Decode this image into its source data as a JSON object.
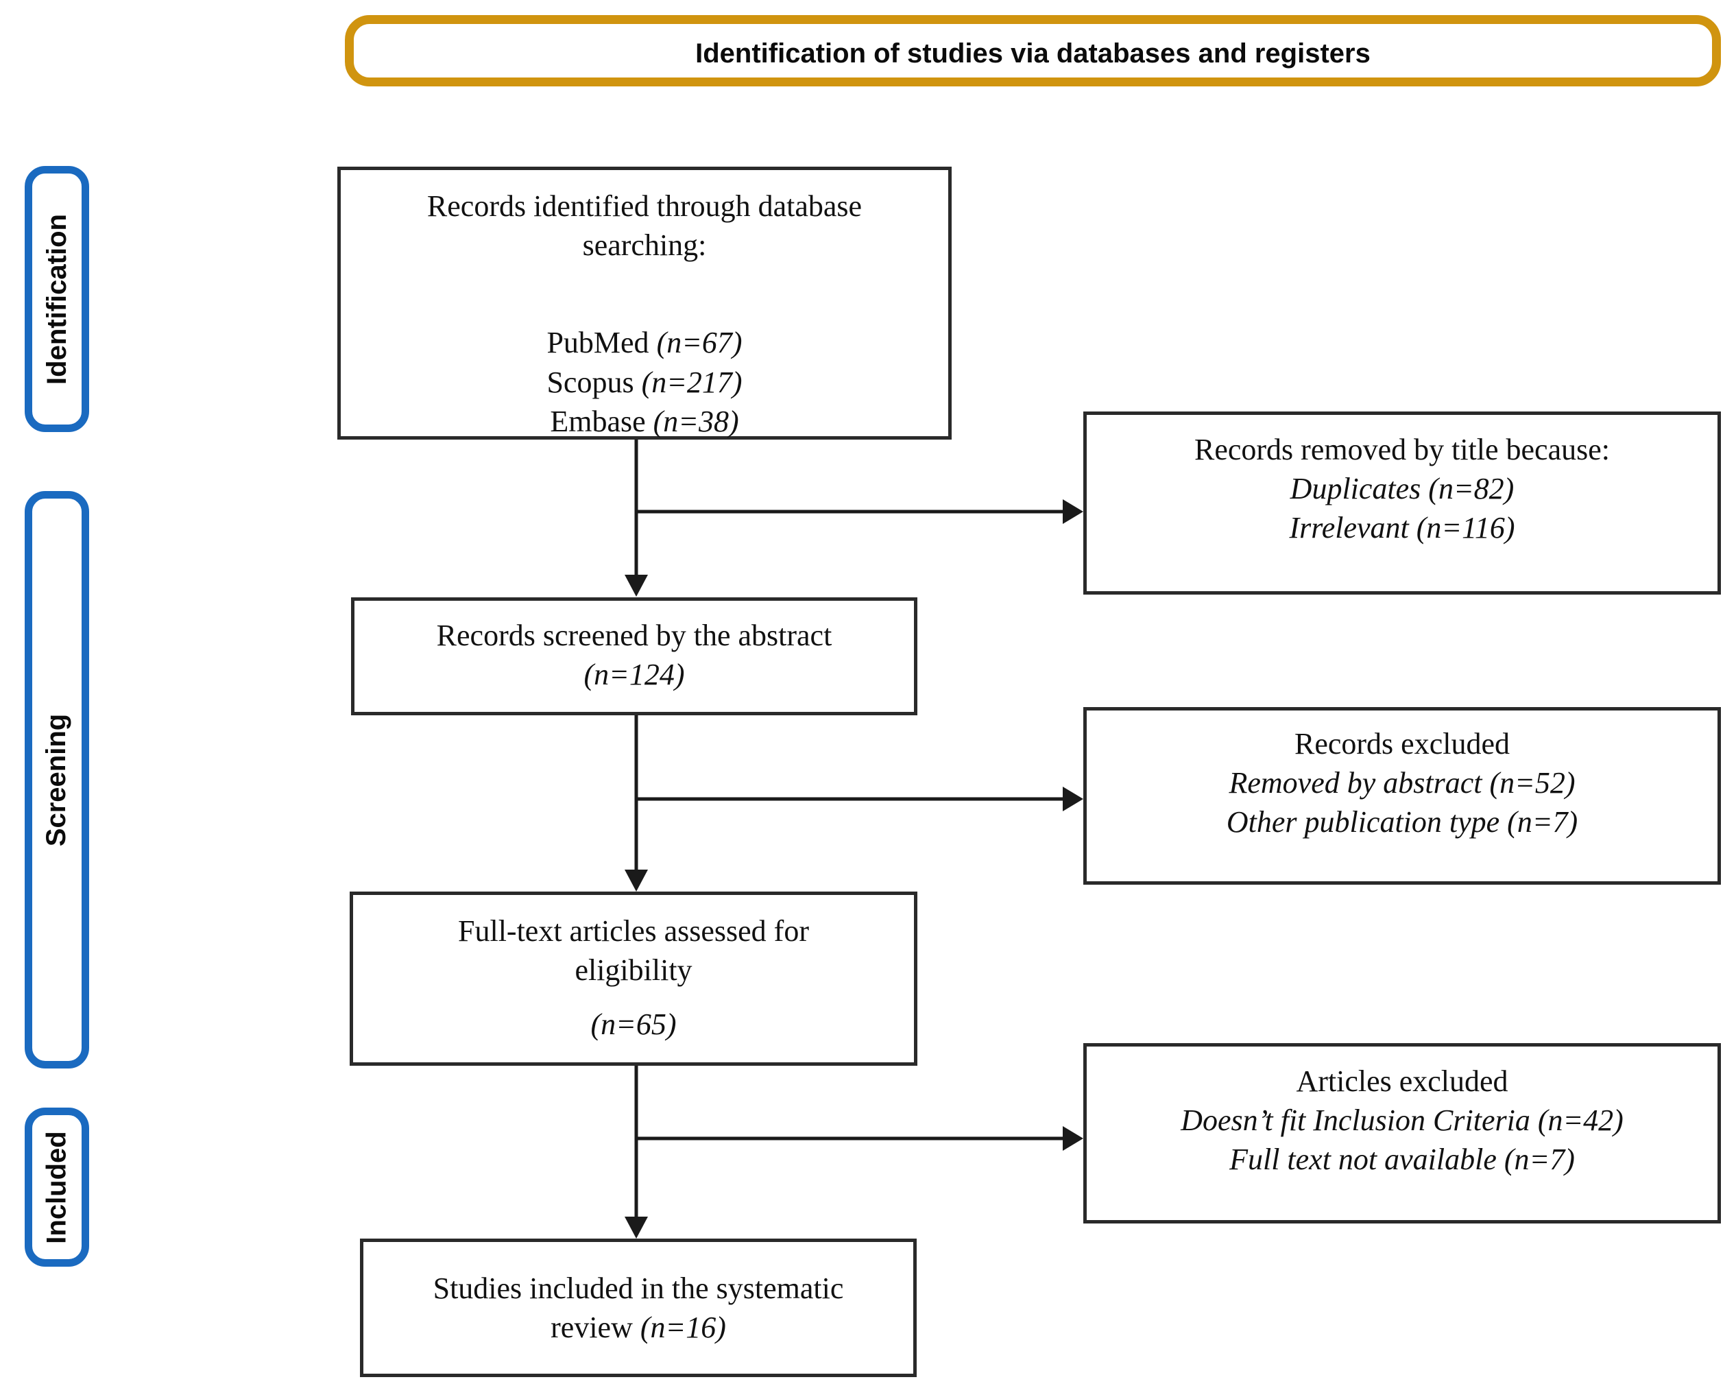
{
  "banner": {
    "label": "Identification of studies via databases and registers"
  },
  "stages": [
    {
      "label": "Identification"
    },
    {
      "label": "Screening"
    },
    {
      "label": "Included"
    }
  ],
  "boxes": {
    "identified": {
      "heading": "Records identified through database searching:",
      "sources": [
        {
          "name": "PubMed ",
          "count": "(n=67)"
        },
        {
          "name": "Scopus ",
          "count": "(n=217)"
        },
        {
          "name": "Embase ",
          "count": "(n=38)"
        }
      ]
    },
    "removed_by_title": {
      "heading": "Records removed by title because:",
      "reasons": [
        "Duplicates (n=82)",
        "Irrelevant (n=116)"
      ]
    },
    "screened": {
      "heading": "Records screened by the abstract",
      "count": "(n=124)"
    },
    "records_excluded": {
      "heading": "Records excluded",
      "reasons": [
        "Removed by abstract (n=52)",
        "Other publication type (n=7)"
      ]
    },
    "fulltext": {
      "heading": "Full-text articles assessed for eligibility",
      "count": "(n=65)"
    },
    "articles_excluded": {
      "heading": "Articles excluded",
      "reasons": [
        "Doesn’t fit Inclusion Criteria (n=42)",
        "Full text not available (n=7)"
      ]
    },
    "included_studies": {
      "text": "Studies included in the systematic review ",
      "count": "(n=16)"
    }
  },
  "colors": {
    "banner_border": "#D0940F",
    "stage_border": "#1A6AC0",
    "box_border": "#2A2A2A",
    "arrow": "#1A1A1A",
    "text": "#111111",
    "background": "#FFFFFF"
  }
}
